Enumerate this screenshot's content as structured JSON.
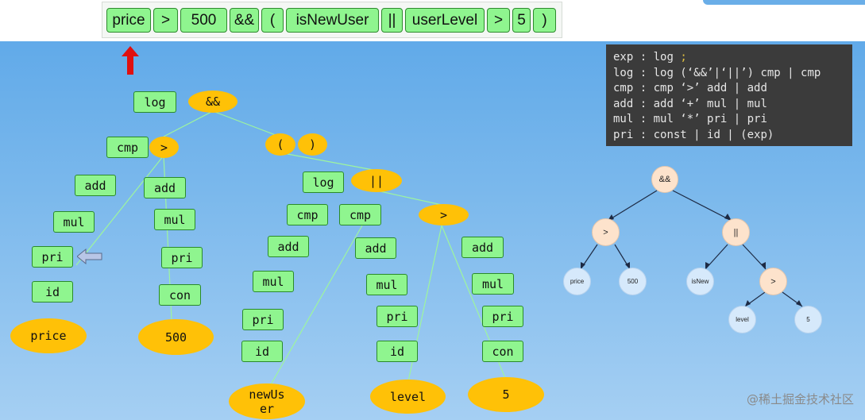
{
  "token_bar": [
    "price",
    ">",
    "500",
    "&&",
    "(",
    "isNewUser",
    "||",
    "userLevel",
    ">",
    "5",
    ")"
  ],
  "tree": {
    "left": {
      "log": "log",
      "and_op": "&&",
      "cmp": "cmp",
      "gt": ">",
      "add1": "add",
      "add2": "add",
      "mul1": "mul",
      "mul2": "mul",
      "pri1": "pri",
      "pri2": "pri",
      "id": "id",
      "con": "con",
      "price": "price",
      "v500": "500"
    },
    "paren_open": "(",
    "paren_close": ")",
    "right": {
      "log": "log",
      "or_op": "||",
      "cmp_a": "cmp",
      "cmp_b": "cmp",
      "gt": ">",
      "add_a": "add",
      "add_b": "add",
      "add_c": "add",
      "mul_a": "mul",
      "mul_b": "mul",
      "mul_c": "mul",
      "pri_a": "pri",
      "pri_b": "pri",
      "pri_c": "pri",
      "id_a": "id",
      "id_b": "id",
      "con": "con",
      "newuser": "newUs er",
      "level": "level",
      "five": "5"
    }
  },
  "grammar": [
    {
      "lhs": "exp",
      "rhs": "log",
      "tail": ";"
    },
    {
      "lhs": "log",
      "rhs": "log (‘&&’|‘||’) cmp | cmp"
    },
    {
      "lhs": "cmp",
      "rhs": "cmp ‘>’ add | add"
    },
    {
      "lhs": "add",
      "rhs": "add ‘+’ mul | mul"
    },
    {
      "lhs": "mul",
      "rhs": "mul ‘*’ pri | pri"
    },
    {
      "lhs": "pri",
      "rhs": "const | id | (exp)"
    }
  ],
  "ast": {
    "root": "&&",
    "gt1": ">",
    "or": "||",
    "gt2": ">",
    "price": "price",
    "v500": "500",
    "isnew": "isNew",
    "level": "level",
    "five": "5"
  },
  "colors": {
    "background": "#6aaee8",
    "node_fill": "#8ff58f",
    "oval_fill": "#ffc107",
    "edge": "#9ef59e",
    "arrow": "#e01010",
    "grammar_bg": "#3b3b3b",
    "ast_op": "#fde3cc",
    "ast_leaf": "#d6e9fb"
  },
  "icons": [
    "up-arrow-icon",
    "left-arrow-icon"
  ],
  "watermark": "@稀土掘金技术社区"
}
